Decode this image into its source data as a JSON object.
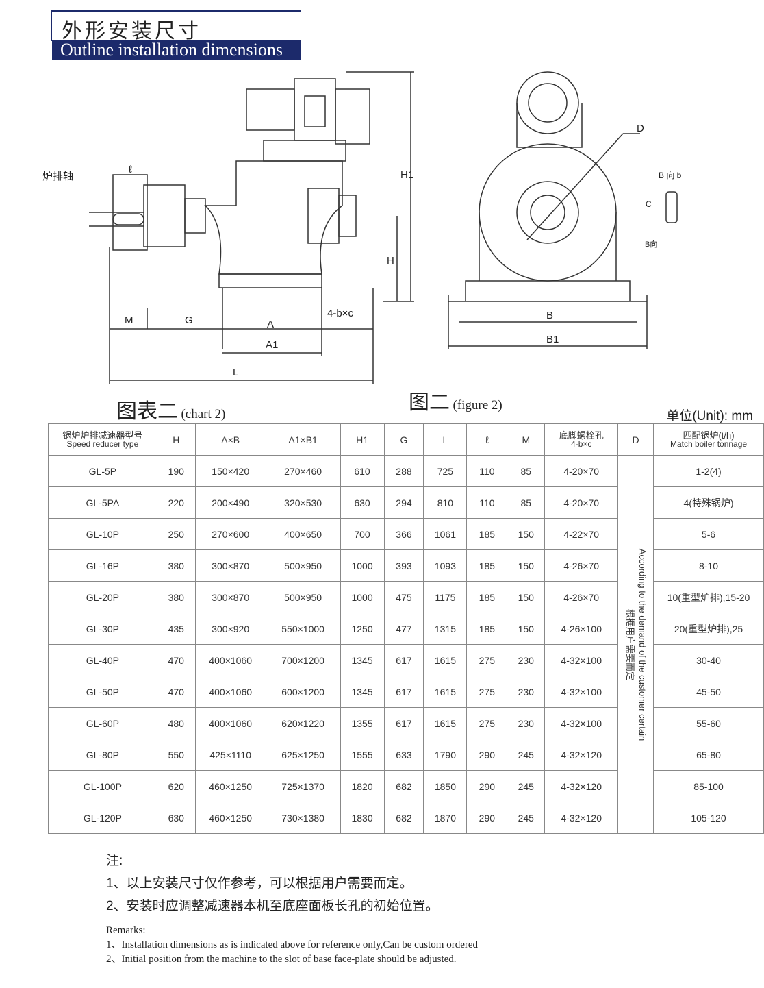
{
  "header": {
    "title_cn": "外形安装尺寸",
    "title_en": "Outline installation dimensions"
  },
  "drawing": {
    "shaft_label": "炉排轴",
    "dims_fig1": [
      "ℓ",
      "H1",
      "H",
      "M",
      "G",
      "A",
      "A1",
      "4-b×c",
      "L"
    ],
    "dims_fig2": [
      "D",
      "B 向 b",
      "C",
      "B向",
      "B",
      "B1"
    ]
  },
  "captions": {
    "chart_cn": "图表二",
    "chart_en": "(chart 2)",
    "figure_cn": "图二",
    "figure_en": "(figure 2)",
    "unit": "单位(Unit): mm"
  },
  "table": {
    "headers": [
      {
        "cn": "锅炉炉排减速器型号",
        "en": "Speed reducer type"
      },
      {
        "cn": "H"
      },
      {
        "cn": "A×B"
      },
      {
        "cn": "A1×B1"
      },
      {
        "cn": "H1"
      },
      {
        "cn": "G"
      },
      {
        "cn": "L"
      },
      {
        "cn": "ℓ"
      },
      {
        "cn": "M"
      },
      {
        "cn": "底脚螺栓孔",
        "en": "4-b×c"
      },
      {
        "cn": "D"
      },
      {
        "cn": "匹配锅炉(t/h)",
        "en": "Match boiler tonnage"
      }
    ],
    "d_note_cn": "根据用户需要而定",
    "d_note_en": "According to the demand of the customer certain",
    "rows": [
      [
        "GL-5P",
        "190",
        "150×420",
        "270×460",
        "610",
        "288",
        "725",
        "110",
        "85",
        "4-20×70",
        "1-2(4)"
      ],
      [
        "GL-5PA",
        "220",
        "200×490",
        "320×530",
        "630",
        "294",
        "810",
        "110",
        "85",
        "4-20×70",
        "4(特殊锅炉)"
      ],
      [
        "GL-10P",
        "250",
        "270×600",
        "400×650",
        "700",
        "366",
        "1061",
        "185",
        "150",
        "4-22×70",
        "5-6"
      ],
      [
        "GL-16P",
        "380",
        "300×870",
        "500×950",
        "1000",
        "393",
        "1093",
        "185",
        "150",
        "4-26×70",
        "8-10"
      ],
      [
        "GL-20P",
        "380",
        "300×870",
        "500×950",
        "1000",
        "475",
        "1175",
        "185",
        "150",
        "4-26×70",
        "10(重型炉排),15-20"
      ],
      [
        "GL-30P",
        "435",
        "300×920",
        "550×1000",
        "1250",
        "477",
        "1315",
        "185",
        "150",
        "4-26×100",
        "20(重型炉排),25"
      ],
      [
        "GL-40P",
        "470",
        "400×1060",
        "700×1200",
        "1345",
        "617",
        "1615",
        "275",
        "230",
        "4-32×100",
        "30-40"
      ],
      [
        "GL-50P",
        "470",
        "400×1060",
        "600×1200",
        "1345",
        "617",
        "1615",
        "275",
        "230",
        "4-32×100",
        "45-50"
      ],
      [
        "GL-60P",
        "480",
        "400×1060",
        "620×1220",
        "1355",
        "617",
        "1615",
        "275",
        "230",
        "4-32×100",
        "55-60"
      ],
      [
        "GL-80P",
        "550",
        "425×1110",
        "625×1250",
        "1555",
        "633",
        "1790",
        "290",
        "245",
        "4-32×120",
        "65-80"
      ],
      [
        "GL-100P",
        "620",
        "460×1250",
        "725×1370",
        "1820",
        "682",
        "1850",
        "290",
        "245",
        "4-32×120",
        "85-100"
      ],
      [
        "GL-120P",
        "630",
        "460×1250",
        "730×1380",
        "1830",
        "682",
        "1870",
        "290",
        "245",
        "4-32×120",
        "105-120"
      ]
    ]
  },
  "notes": {
    "title": "注:",
    "items": [
      "1、以上安装尺寸仅作参考，可以根据用户需要而定。",
      "2、安装时应调整减速器本机至底座面板长孔的初始位置。"
    ]
  },
  "remarks": {
    "title": "Remarks:",
    "items": [
      "1、Installation dimensions as is indicated above for reference only,Can be custom ordered",
      "2、Initial position from the machine to the slot of base face-plate should be adjusted."
    ]
  }
}
